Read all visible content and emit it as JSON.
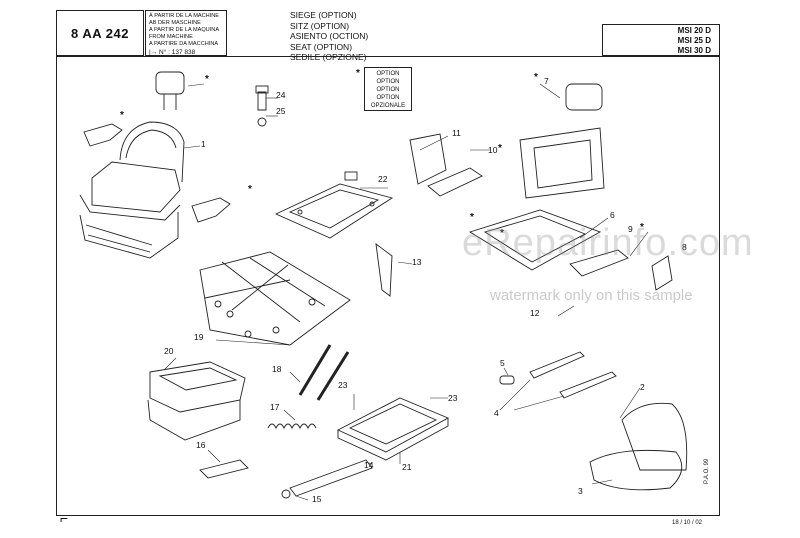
{
  "header": {
    "reference": "8 AA 242",
    "machine_note": [
      "À PARTIR DE LA MACHINE",
      "AB DER MASCHINE",
      "A PARTIR DE LA MAQUINA",
      "FROM MACHINE",
      "A PARTIRE DA MACCHINA"
    ],
    "serial_prefix": "|→ N° :",
    "serial_number": "137 838",
    "titles": [
      "SIEGE (OPTION)",
      "SITZ (OPTION)",
      "ASIENTO (OCTION)",
      "SEAT (OPTION)",
      "SEDILE (OPZIONE)"
    ],
    "models": [
      "MSI 20 D",
      "MSI 25 D",
      "MSI 30 D"
    ]
  },
  "legend": {
    "marker": "*",
    "lines": [
      "OPTION",
      "OPTION",
      "OPTION",
      "OPTION",
      "OPZIONALE"
    ]
  },
  "callouts": [
    "1",
    "2",
    "3",
    "4",
    "5",
    "6",
    "7",
    "8",
    "9",
    "10",
    "11",
    "12",
    "13",
    "14",
    "15",
    "16",
    "17",
    "18",
    "19",
    "20",
    "21",
    "22",
    "23",
    "23",
    "24",
    "25"
  ],
  "stars": [
    "*",
    "*",
    "*",
    "*",
    "*",
    "*",
    "*",
    "*"
  ],
  "watermark": {
    "main": "eRepairinfo.com",
    "sub": "watermark only on this sample"
  },
  "footer": {
    "date": "18 / 10 / 02",
    "code": "P.A.O. 99",
    "corner_mark": "⌐"
  }
}
